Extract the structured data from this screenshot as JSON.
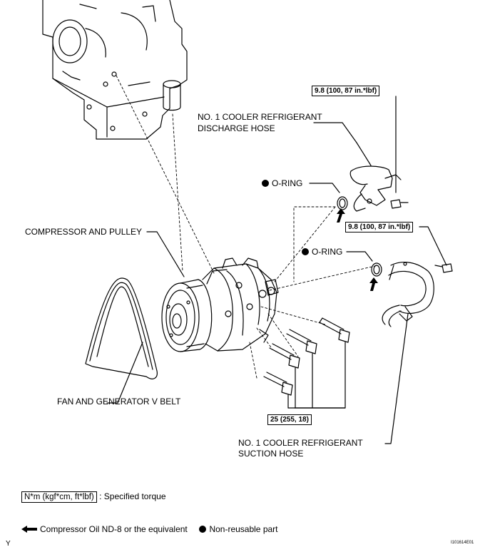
{
  "labels": {
    "discharge_hose_line1": "NO. 1 COOLER REFRIGERANT",
    "discharge_hose_line2": "DISCHARGE HOSE",
    "o_ring_top": "O-RING",
    "o_ring_mid": "O-RING",
    "compressor": "COMPRESSOR AND PULLEY",
    "v_belt": "FAN AND GENERATOR V BELT",
    "suction_hose_line1": "NO. 1 COOLER REFRIGERANT",
    "suction_hose_line2": "SUCTION HOSE"
  },
  "torque": {
    "discharge_bolt": "9.8 (100, 87 in.*lbf)",
    "suction_bolt": "9.8 (100, 87 in.*lbf)",
    "compressor_bolts": "25 (255, 18)"
  },
  "legend": {
    "torque_unit": "N*m (kgf*cm, ft*lbf)",
    "torque_desc": ": Specified torque",
    "oil_desc": "Compressor Oil ND-8 or the equivalent",
    "nonreusable_desc": "Non-reusable part"
  },
  "corner_mark": "Y",
  "figure_id": "I101614E01",
  "icons": {
    "nonreusable": "filled-circle-icon",
    "oil": "oil-arrow-icon"
  }
}
